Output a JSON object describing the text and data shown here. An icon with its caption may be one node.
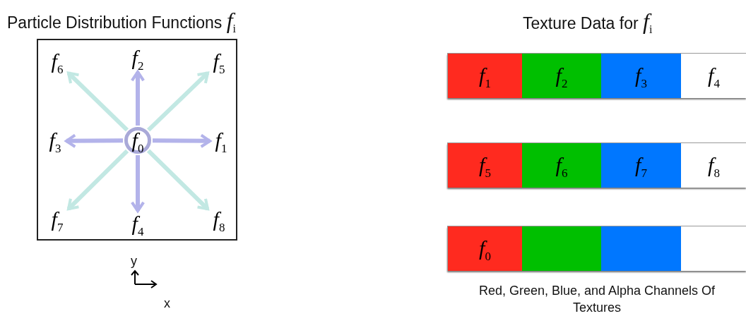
{
  "diagram": {
    "nodes": [
      {
        "text": [
          "Particle Distribution Functions *f*$_{i}$"
        ]
      },
      {
        "text": [
          "*f*$_{0}$"
        ],
        "in": 0
      },
      {
        "text": [
          "*f*$_{6}$"
        ],
        "in": 0
      },
      {
        "text": [
          "*f*$_{2}$"
        ],
        "in": 0
      },
      {
        "text": [
          "*f*$_{5}$"
        ],
        "in": 0
      },
      {
        "text": [
          "*f*$_{3}$"
        ],
        "in": 0
      },
      {
        "text": [
          "*f*$_{1}$"
        ],
        "in": 0
      },
      {
        "text": [
          "*f*$_{7}$"
        ],
        "in": 0
      },
      {
        "text": [
          "*f*$_{4}$"
        ],
        "in": 0
      },
      {
        "text": [
          "*f*$_{8}$"
        ],
        "in": 0
      },
      {
        "text": [],
        "shape": "bar"
      },
      {
        "text": [
          "*f*$_{1}$"
        ],
        "in": 10
      },
      {
        "text": [
          "*f*$_{2}$"
        ],
        "in": 10
      },
      {
        "text": [
          "*f*$_{3}$"
        ],
        "in": 10
      },
      {
        "text": [
          "*f*$_{4}$"
        ],
        "in": 10
      },
      {
        "text": [],
        "shape": "bar"
      },
      {
        "text": [
          "*f*$_{5}$"
        ],
        "in": 15
      },
      {
        "text": [
          "*f*$_{6}$"
        ],
        "in": 15
      },
      {
        "text": [
          "*f*$_{7}$"
        ],
        "in": 15
      },
      {
        "text": [
          "*f*$_{8}$"
        ],
        "in": 15
      },
      {
        "text": [],
        "shape": "bar"
      },
      {
        "text": [
          "*f*$_{0}$"
        ],
        "in": 20
      },
      {
        "text": [],
        "shape": "box",
        "in": 20
      },
      {
        "text": [],
        "shape": "box",
        "in": 20
      },
      {
        "text": [],
        "shape": "box",
        "in": 20
      }
    ],
    "edges": [
      {
        "from": 1,
        "to": 3,
        "arrow": "to"
      },
      {
        "from": 1,
        "to": 6,
        "arrow": "to"
      },
      {
        "from": 1,
        "to": 8,
        "arrow": "to"
      },
      {
        "from": 1,
        "to": 5,
        "arrow": "to"
      },
      {
        "from": 1,
        "to": 2,
        "arrow": "to",
        "color": "#c2e8e3"
      },
      {
        "from": 1,
        "to": 4,
        "arrow": "to",
        "color": "#c2e8e3"
      },
      {
        "from": 1,
        "to": 7,
        "arrow": "to",
        "color": "#c2e8e3"
      },
      {
        "from": 1,
        "to": 9,
        "arrow": "to",
        "color": "#c2e8e3"
      }
    ],
    "labels": [
      "Texture Data for *f*$_{i}$",
      "y",
      "Red, Green, Blue, and Alpha Channels Of Textures",
      "x"
    ]
  }
}
